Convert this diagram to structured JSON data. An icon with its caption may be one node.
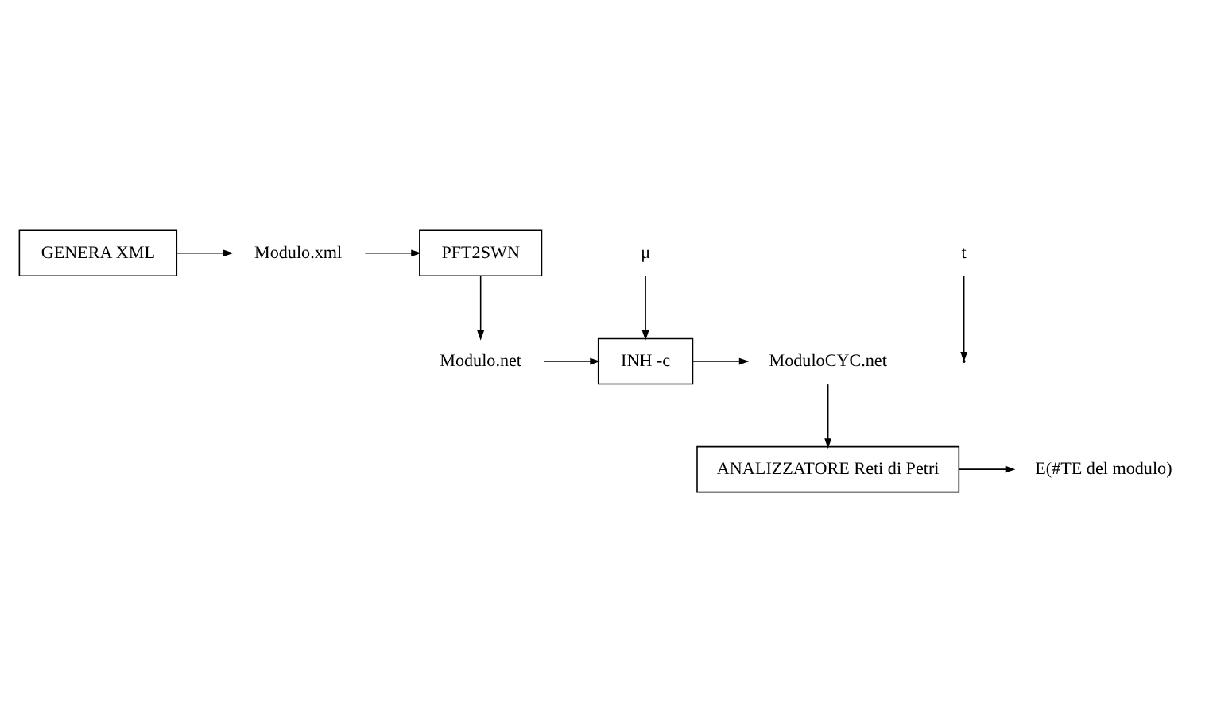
{
  "diagram": {
    "nodes": [
      {
        "text": [
          "GENERA XML"
        ]
      },
      {
        "text": [
          "Modulo.xml"
        ]
      },
      {
        "text": [
          "PFT2SWN"
        ]
      },
      {
        "text": [
          "Modulo.net"
        ]
      },
      {
        "text": [
          "INH -c"
        ]
      },
      {
        "text": [
          "ModuloCYC.net"
        ]
      },
      {
        "text": [
          "t"
        ]
      },
      {
        "text": [
          "μ"
        ]
      },
      {
        "text": [
          "ANALIZZATORE Reti di Petri"
        ]
      },
      {
        "text": [
          "E(#TE del modulo)"
        ]
      }
    ],
    "edges": [
      {
        "from": 0,
        "to": 1,
        "arrow": "to"
      },
      {
        "from": 1,
        "to": 2,
        "arrow": "to"
      },
      {
        "from": 2,
        "to": 3,
        "arrow": "to"
      },
      {
        "from": 3,
        "to": 4,
        "arrow": "to"
      },
      {
        "from": 4,
        "to": 5,
        "arrow": "to"
      },
      {
        "from": 7,
        "to": 4,
        "arrow": "to"
      },
      {
        "from": 5,
        "to": 8,
        "arrow": "to"
      },
      {
        "from": 6,
        "to": null,
        "arrow": "to"
      },
      {
        "from": 8,
        "to": 9,
        "arrow": "to"
      }
    ]
  }
}
